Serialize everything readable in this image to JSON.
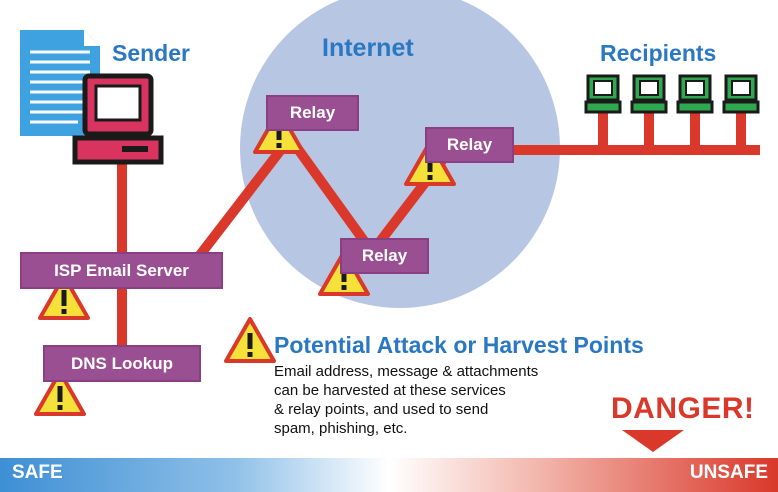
{
  "labels": {
    "sender": "Sender",
    "internet": "Internet",
    "recipients": "Recipients"
  },
  "nodes": {
    "relay_1": "Relay",
    "relay_2": "Relay",
    "relay_3": "Relay",
    "isp_server": "ISP Email Server",
    "dns_lookup": "DNS Lookup"
  },
  "legend": {
    "title": "Potential Attack or Harvest Points",
    "lines": [
      "Email address, message & attachments",
      "can be harvested at these services",
      "& relay points, and used to send",
      "spam, phishing, etc."
    ]
  },
  "danger": "DANGER!",
  "scale": {
    "left": "SAFE",
    "right": "UNSAFE"
  },
  "colors": {
    "line": "#d9382a",
    "box": "#9a4f92",
    "cloud": "#b7c6e3",
    "label_blue": "#2a77c2",
    "warning_fill": "#f5e13a",
    "recipient_green": "#2fa84f"
  },
  "icons": [
    "document-icon",
    "sender-computer-icon",
    "recipient-computer-icon",
    "warning-icon",
    "danger-arrow-icon"
  ]
}
